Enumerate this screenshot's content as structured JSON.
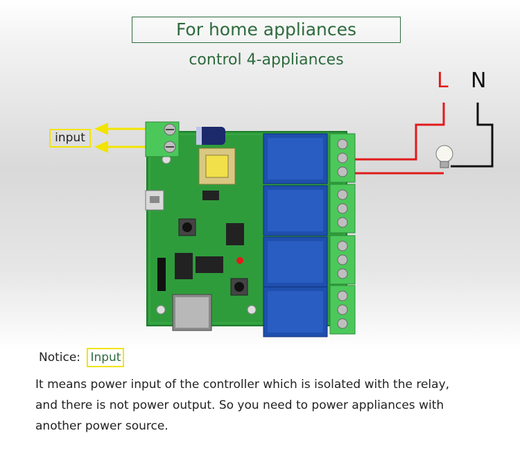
{
  "header": {
    "title": "For home appliances",
    "subtitle": "control 4-appliances"
  },
  "wiring": {
    "live_label": "L",
    "neutral_label": "N",
    "input_label": "input"
  },
  "notice": {
    "prefix": "Notice:",
    "highlight": "Input",
    "lines": [
      "It means power input of the controller which is isolated with the relay,",
      "and there is not power output. So you need to power appliances with",
      "another power source."
    ]
  },
  "colors": {
    "heading_green": "#2e6b3d",
    "highlight_yellow": "#f2e400",
    "live_wire_red": "#e11b1b",
    "neutral_wire_black": "#111111",
    "pcb_green": "#2f9c3c",
    "relay_blue": "#1f4fae"
  }
}
